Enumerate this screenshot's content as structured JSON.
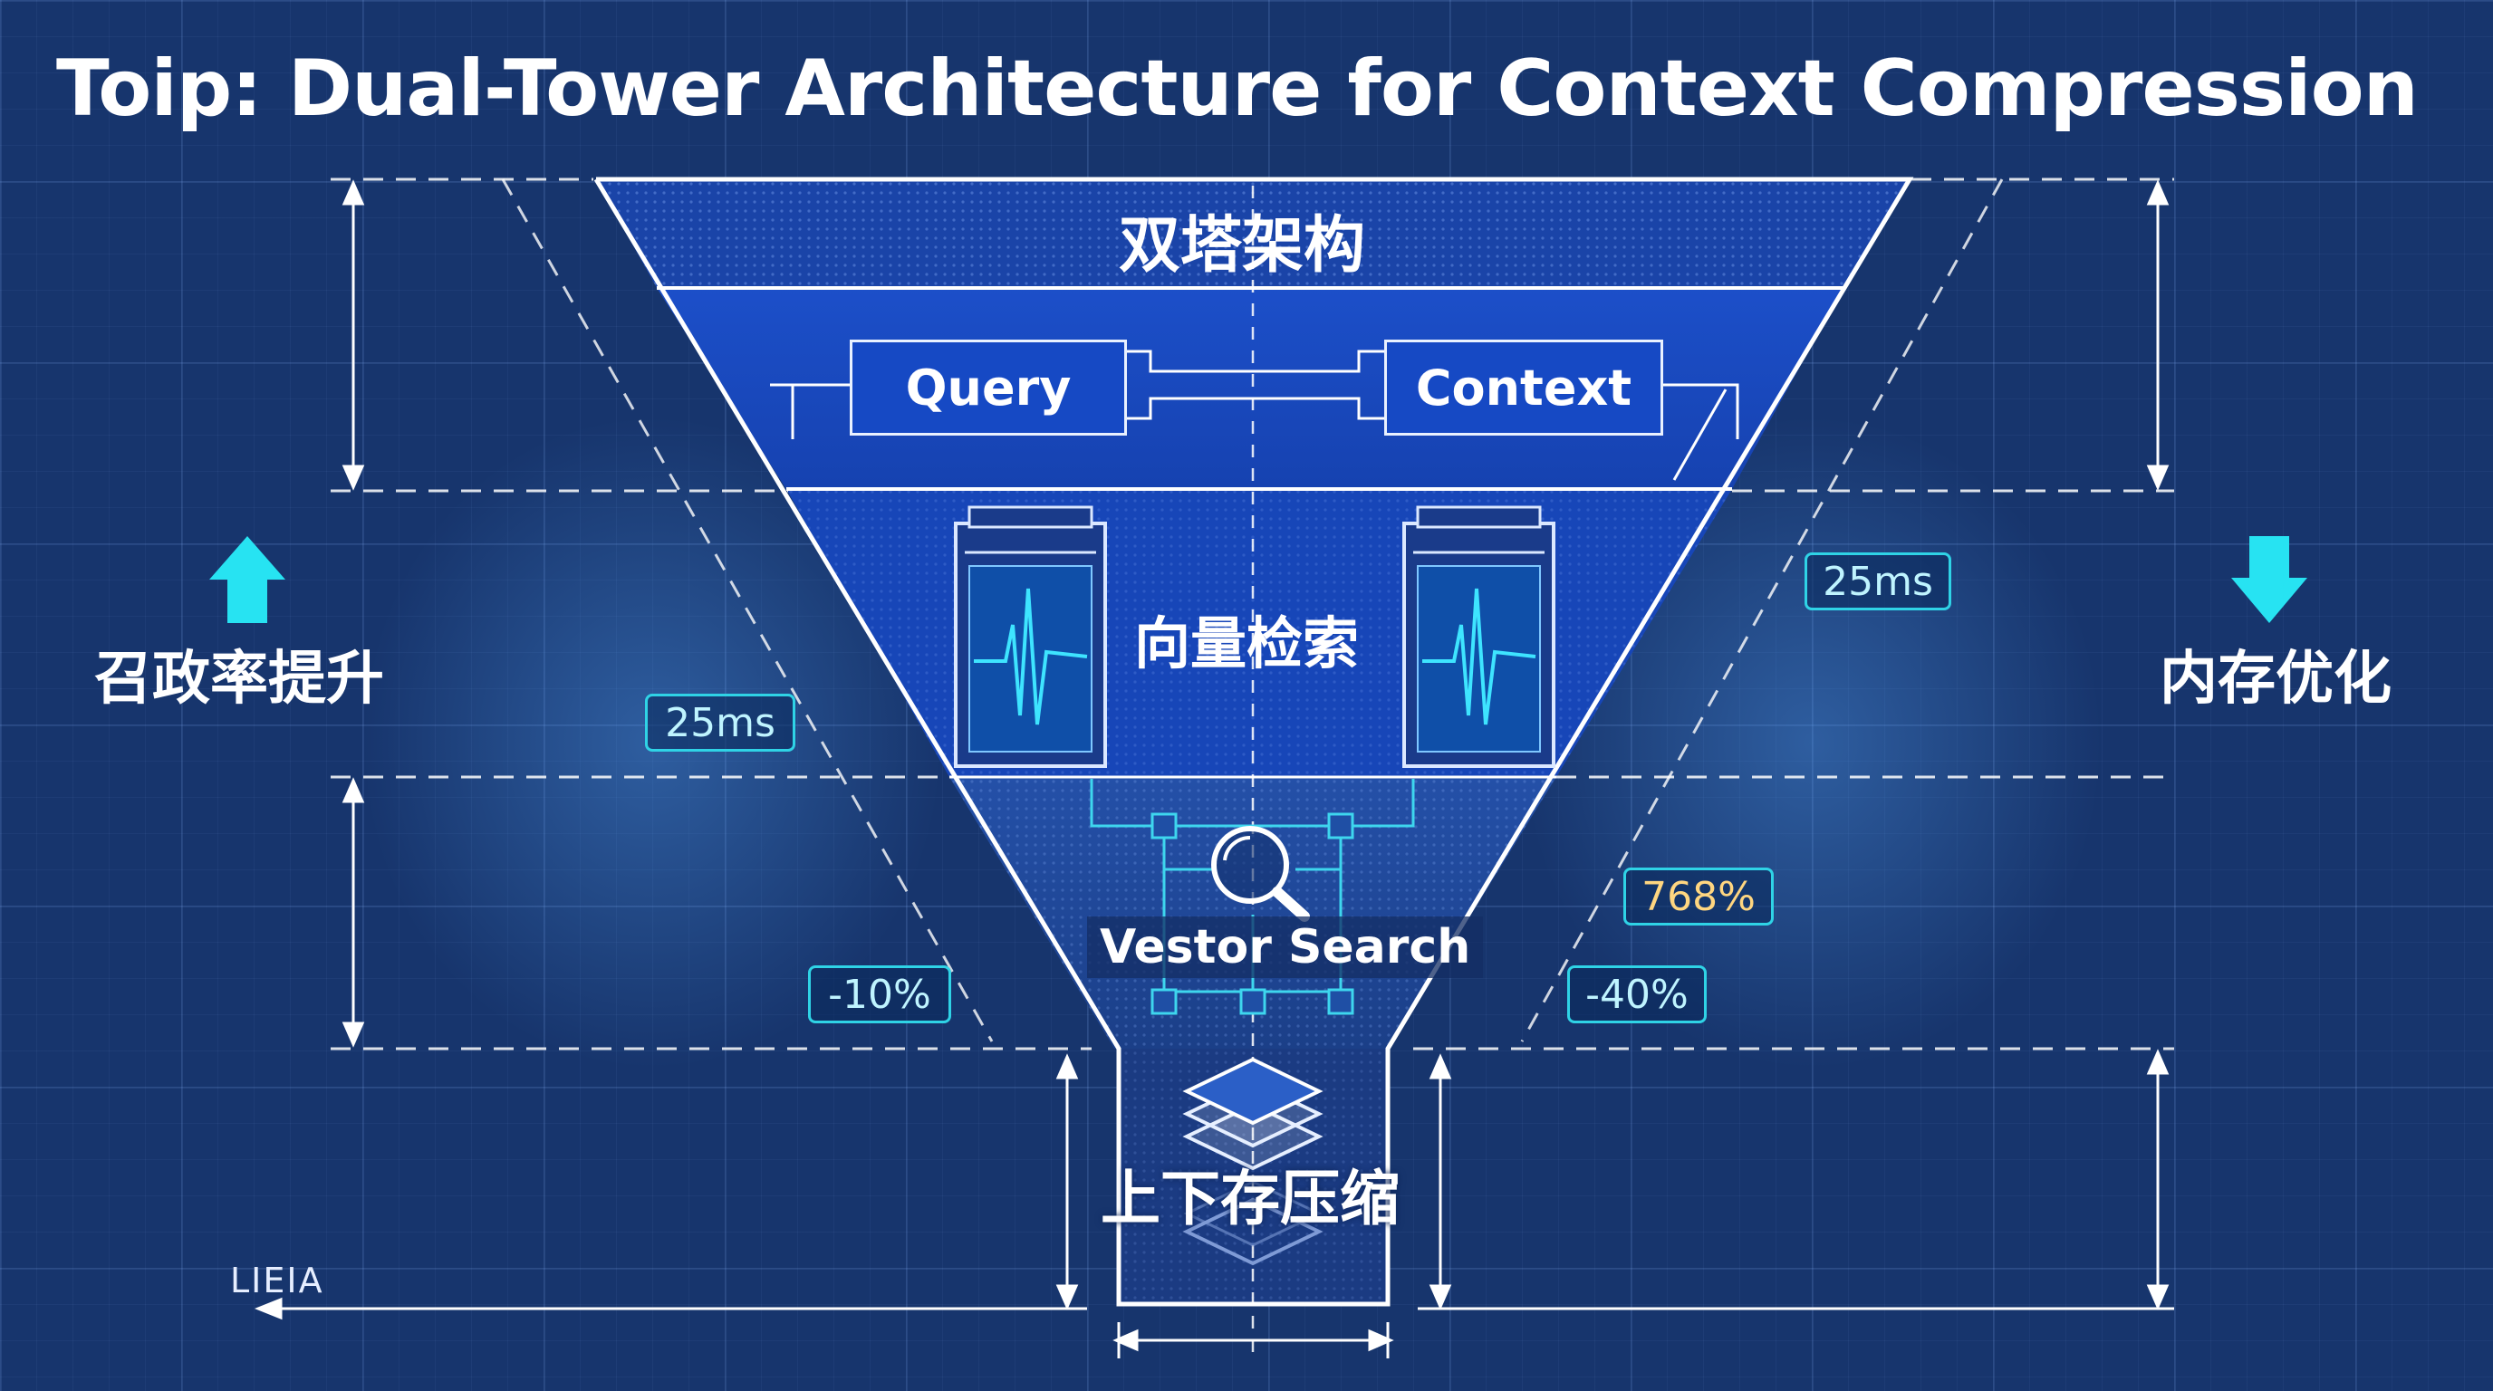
{
  "title": "Toip: Dual-Tower Architecture for Context Compression",
  "layers": {
    "top": "双塔架构",
    "query": "Query",
    "context": "Context",
    "vector_cn": "向量检索",
    "vector_en": "Vestor Search",
    "bottom": "上下存压缩"
  },
  "side": {
    "left": "召政率提升",
    "right": "内存优化"
  },
  "metrics": {
    "left_latency": "25ms",
    "right_latency": "25ms",
    "right_percent": "768%",
    "left_delta": "-10%",
    "right_delta": "-40%"
  },
  "footer_label": "LIEIA",
  "colors": {
    "background": "#16336a",
    "funnel_blue": "#1649c4",
    "accent_cyan": "#2fd3e6",
    "highlight_yellow": "#ffd680"
  }
}
